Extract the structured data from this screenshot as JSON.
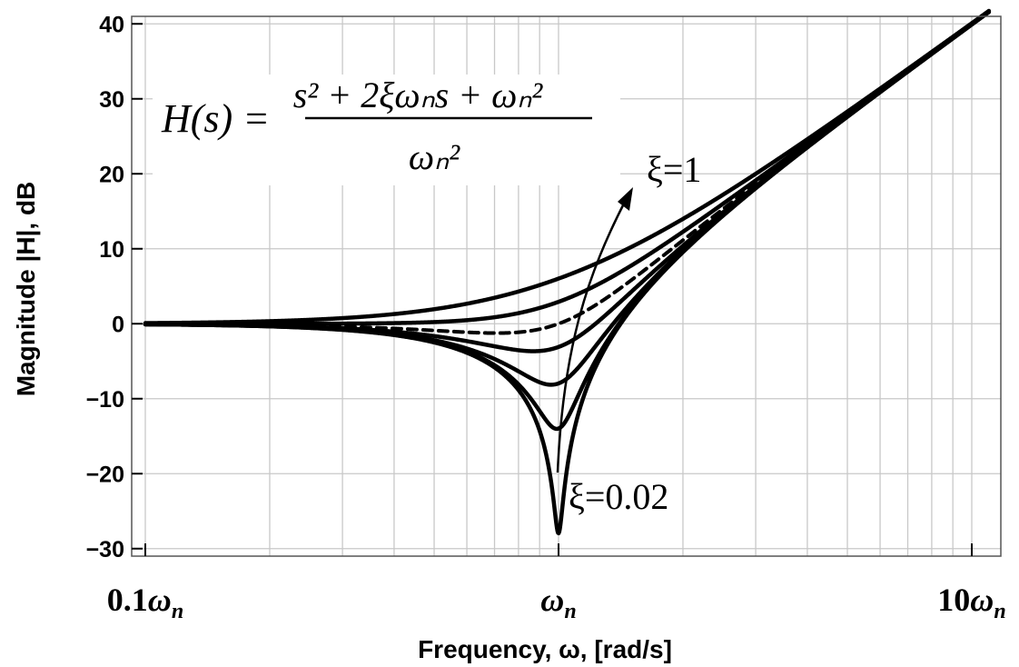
{
  "chart_data": {
    "type": "line",
    "xlabel": "Frequency, ω, [rad/s]",
    "ylabel": "Magnitude   |H|, dB",
    "xscale": "log",
    "xlim": [
      0.1,
      11
    ],
    "ylim": [
      -31,
      41
    ],
    "grid": true,
    "legend": "none",
    "x_ticks": [
      {
        "value": 0.1,
        "label": "0.1",
        "sub": "ω",
        "subscript": "n"
      },
      {
        "value": 1,
        "label": "",
        "sub": "ω",
        "subscript": "n"
      },
      {
        "value": 10,
        "label": "10",
        "sub": "ω",
        "subscript": "n"
      }
    ],
    "y_ticks": [
      {
        "value": 40,
        "label": "40"
      },
      {
        "value": 30,
        "label": "30"
      },
      {
        "value": 20,
        "label": "20"
      },
      {
        "value": 10,
        "label": "10"
      },
      {
        "value": 0,
        "label": "0"
      },
      {
        "value": -10,
        "label": "−10"
      },
      {
        "value": -20,
        "label": "−20"
      },
      {
        "value": -30,
        "label": "−30"
      }
    ],
    "formula": {
      "lhs": "H(s) =",
      "numerator": "s² + 2ξωₙs + ωₙ²",
      "denominator": "ωₙ²"
    },
    "annotations": [
      {
        "text": "ξ=1"
      },
      {
        "text": "ξ=0.02"
      }
    ],
    "series": [
      {
        "zeta": 1,
        "style": "solid",
        "color": "#000000"
      },
      {
        "zeta": 0.7,
        "style": "solid",
        "color": "#000000"
      },
      {
        "zeta": 0.5,
        "style": "dashed",
        "color": "#1f1fe0"
      },
      {
        "zeta": 0.35,
        "style": "solid",
        "color": "#000000"
      },
      {
        "zeta": 0.2,
        "style": "solid",
        "color": "#000000"
      },
      {
        "zeta": 0.1,
        "style": "solid",
        "color": "#000000"
      },
      {
        "zeta": 0.02,
        "style": "solid",
        "color": "#000000"
      }
    ]
  }
}
